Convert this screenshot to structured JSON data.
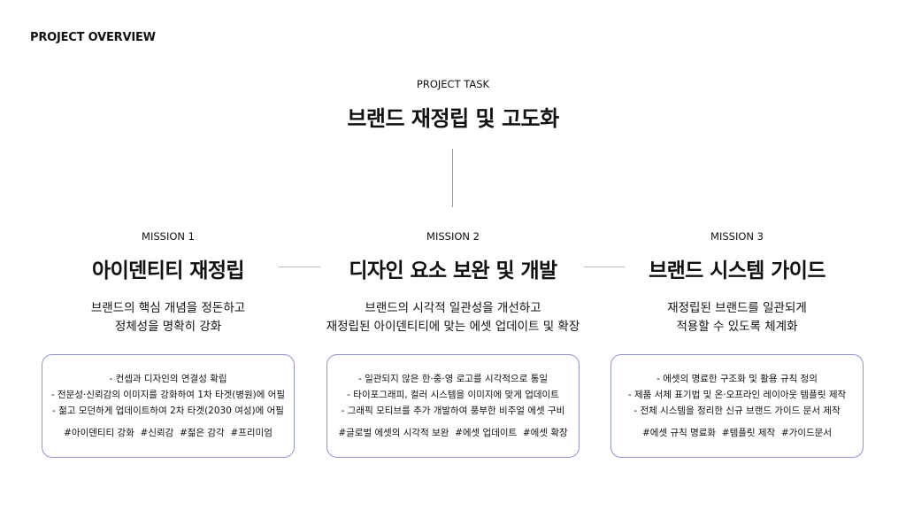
{
  "header": {
    "title": "PROJECT OVERVIEW"
  },
  "task": {
    "label": "PROJECT TASK",
    "title": "브랜드 재정립 및 고도화"
  },
  "missions": [
    {
      "label": "MISSION 1",
      "title": "아이덴티티 재정립",
      "desc": [
        "브랜드의 핵심 개념을 정돈하고",
        "정체성을 명확히 강화"
      ],
      "bullets": [
        "- 컨셉과 디자인의 연결성 확립",
        "- 전문성·신뢰감의 이미지를 강화하여 1차 타겟(병원)에 어필",
        "- 젊고 모던하게 업데이트하여 2차 타겟(2030 여성)에 어필"
      ],
      "tags": "#아이덴티티 강화  #신뢰감  #젊은 감각  #프리미엄"
    },
    {
      "label": "MISSION 2",
      "title": "디자인 요소 보완 및 개발",
      "desc": [
        "브랜드의 시각적 일관성을 개선하고",
        "재정립된 아이덴티티에 맞는 에셋 업데이트 및 확장"
      ],
      "bullets": [
        "- 일관되지 않은 한·중·영 로고를 시각적으로 통일",
        "- 타이포그래피, 컬러 시스템을 이미지에 맞게 업데이트",
        "- 그래픽 모티브를 추가 개발하여 풍부한 비주얼 에셋 구비"
      ],
      "tags": "#글로벌 에셋의 시각적 보완  #에셋 업데이트  #에셋 확장"
    },
    {
      "label": "MISSION 3",
      "title": "브랜드 시스템 가이드",
      "desc": [
        "재정립된 브랜드를 일관되게",
        "적용할 수 있도록 체계화"
      ],
      "bullets": [
        "- 에셋의 명료한 구조화 및 활용 규칙 정의",
        "- 제품 서체 표기법 및 온·오프라인 레이아웃 템플릿 제작",
        "- 전체 시스템을 정리한 신규 브랜드 가이드 문서 제작"
      ],
      "tags": "#에셋 규칙 명료화  #템플릿 제작  #가이드문서"
    }
  ]
}
